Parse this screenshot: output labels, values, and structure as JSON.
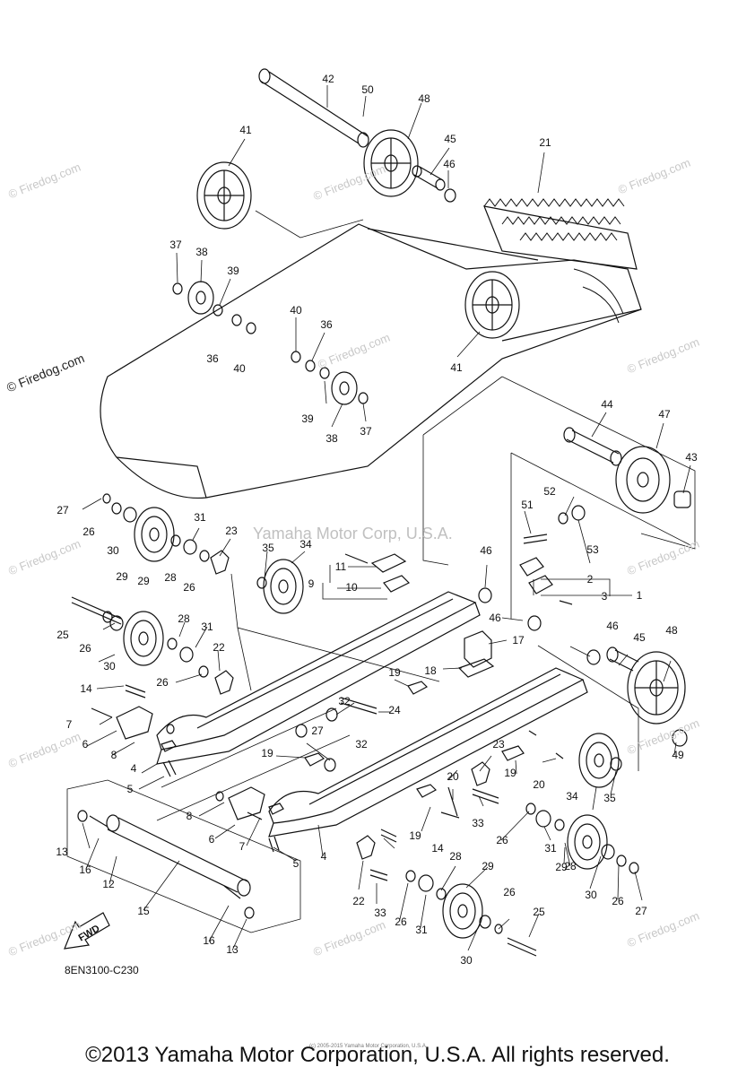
{
  "watermark": {
    "corner_text": "© Firedog.com",
    "center_text": "Yamaha Motor Corp, U.S.A."
  },
  "callouts": {
    "n1": "1",
    "n2": "2",
    "n3": "3",
    "n4": "4",
    "n5": "5",
    "n6": "6",
    "n7": "7",
    "n8": "8",
    "n9": "9",
    "n10": "10",
    "n11": "11",
    "n12": "12",
    "n13": "13",
    "n14": "14",
    "n15": "15",
    "n16": "16",
    "n17": "17",
    "n18": "18",
    "n19": "19",
    "n20": "20",
    "n21": "21",
    "n22": "22",
    "n23": "23",
    "n24": "24",
    "n25": "25",
    "n26": "26",
    "n27": "27",
    "n28": "28",
    "n29": "29",
    "n30": "30",
    "n31": "31",
    "n32": "32",
    "n33": "33",
    "n34": "34",
    "n35": "35",
    "n36": "36",
    "n37": "37",
    "n38": "38",
    "n39": "39",
    "n40": "40",
    "n41": "41",
    "n42": "42",
    "n43": "43",
    "n44": "44",
    "n45": "45",
    "n46": "46",
    "n47": "47",
    "n48": "48",
    "n49": "49",
    "n50": "50",
    "n51": "51",
    "n52": "52",
    "n53": "53"
  },
  "fwd_label": "FWD",
  "part_code": "8EN3100-C230",
  "tiny_notice": "(c) 2005-2015 Yamaha Motor Corporation, U.S.A.",
  "copyright": "©2013 Yamaha Motor Corporation, U.S.A. All rights reserved."
}
